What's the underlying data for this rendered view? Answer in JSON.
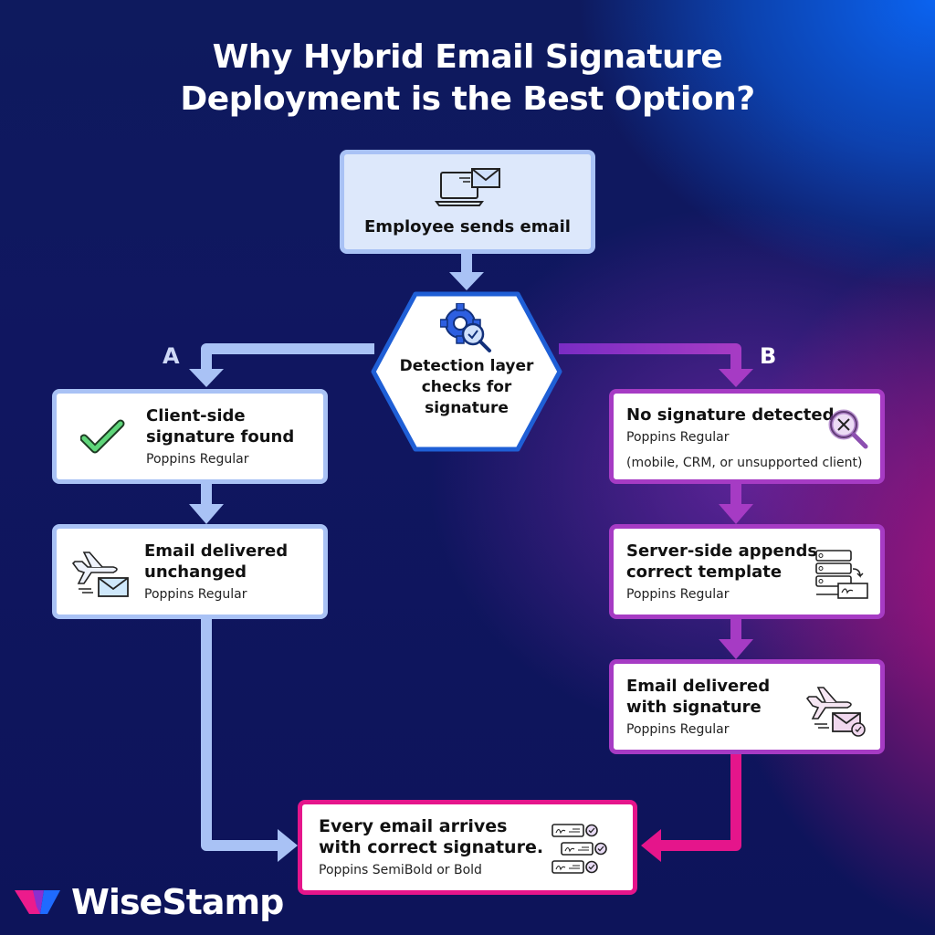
{
  "title": {
    "line1": "Why Hybrid Email Signature",
    "line2": "Deployment is the Best Option?"
  },
  "nodes": {
    "start": {
      "label": "Employee sends email",
      "icon": "laptop-email-icon"
    },
    "detection": {
      "line1": "Detection layer",
      "line2": "checks for",
      "line3": "signature",
      "icon": "gear-search-icon"
    },
    "branch_a": {
      "label": "A",
      "client_found": {
        "line1": "Client-side",
        "line2": "signature found",
        "sub": "Poppins Regular",
        "icon": "check-icon"
      },
      "delivered_unchanged": {
        "line1": "Email delivered",
        "line2": "unchanged",
        "sub": "Poppins Regular",
        "icon": "plane-email-icon"
      }
    },
    "branch_b": {
      "label": "B",
      "no_signature": {
        "line1": "No signature detected",
        "sub": "Poppins Regular",
        "note": "(mobile, CRM, or unsupported client)",
        "icon": "search-x-icon"
      },
      "server_appends": {
        "line1": "Server-side appends",
        "line2": "correct template",
        "sub": "Poppins Regular",
        "icon": "server-signature-icon"
      },
      "delivered_with_sig": {
        "line1": "Email delivered",
        "line2": "with signature",
        "sub": "Poppins Regular",
        "icon": "plane-email-check-icon"
      }
    },
    "final": {
      "line1": "Every email arrives",
      "line2": "with correct signature.",
      "sub": "Poppins SemiBold or Bold",
      "icon": "signatures-checked-icon"
    }
  },
  "brand": {
    "name": "WiseStamp"
  },
  "colors": {
    "branch_a": "#a9c2f5",
    "branch_b": "#a63bc4",
    "final": "#e5158b",
    "hex_border": "#1f5fd6"
  }
}
